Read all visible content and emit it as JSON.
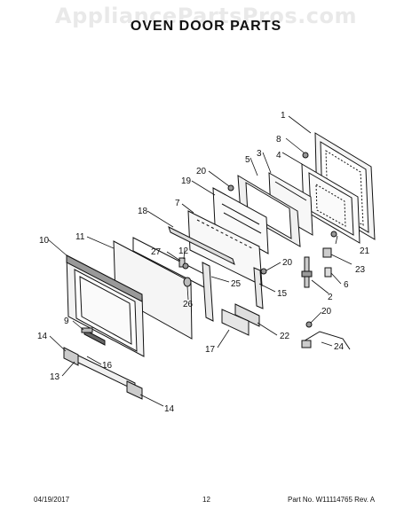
{
  "watermark": "AppliancePartsPros.com",
  "title": "OVEN DOOR PARTS",
  "callouts": [
    "1",
    "8",
    "3",
    "4",
    "5",
    "20",
    "19",
    "7",
    "21",
    "18",
    "23",
    "11",
    "12",
    "27",
    "6",
    "10",
    "20",
    "2",
    "25",
    "15",
    "26",
    "9",
    "20",
    "14",
    "16",
    "17",
    "22",
    "24",
    "13",
    "14"
  ],
  "footer": {
    "date": "04/19/2017",
    "page": "12",
    "part": "Part No. W11114765  Rev. A"
  }
}
